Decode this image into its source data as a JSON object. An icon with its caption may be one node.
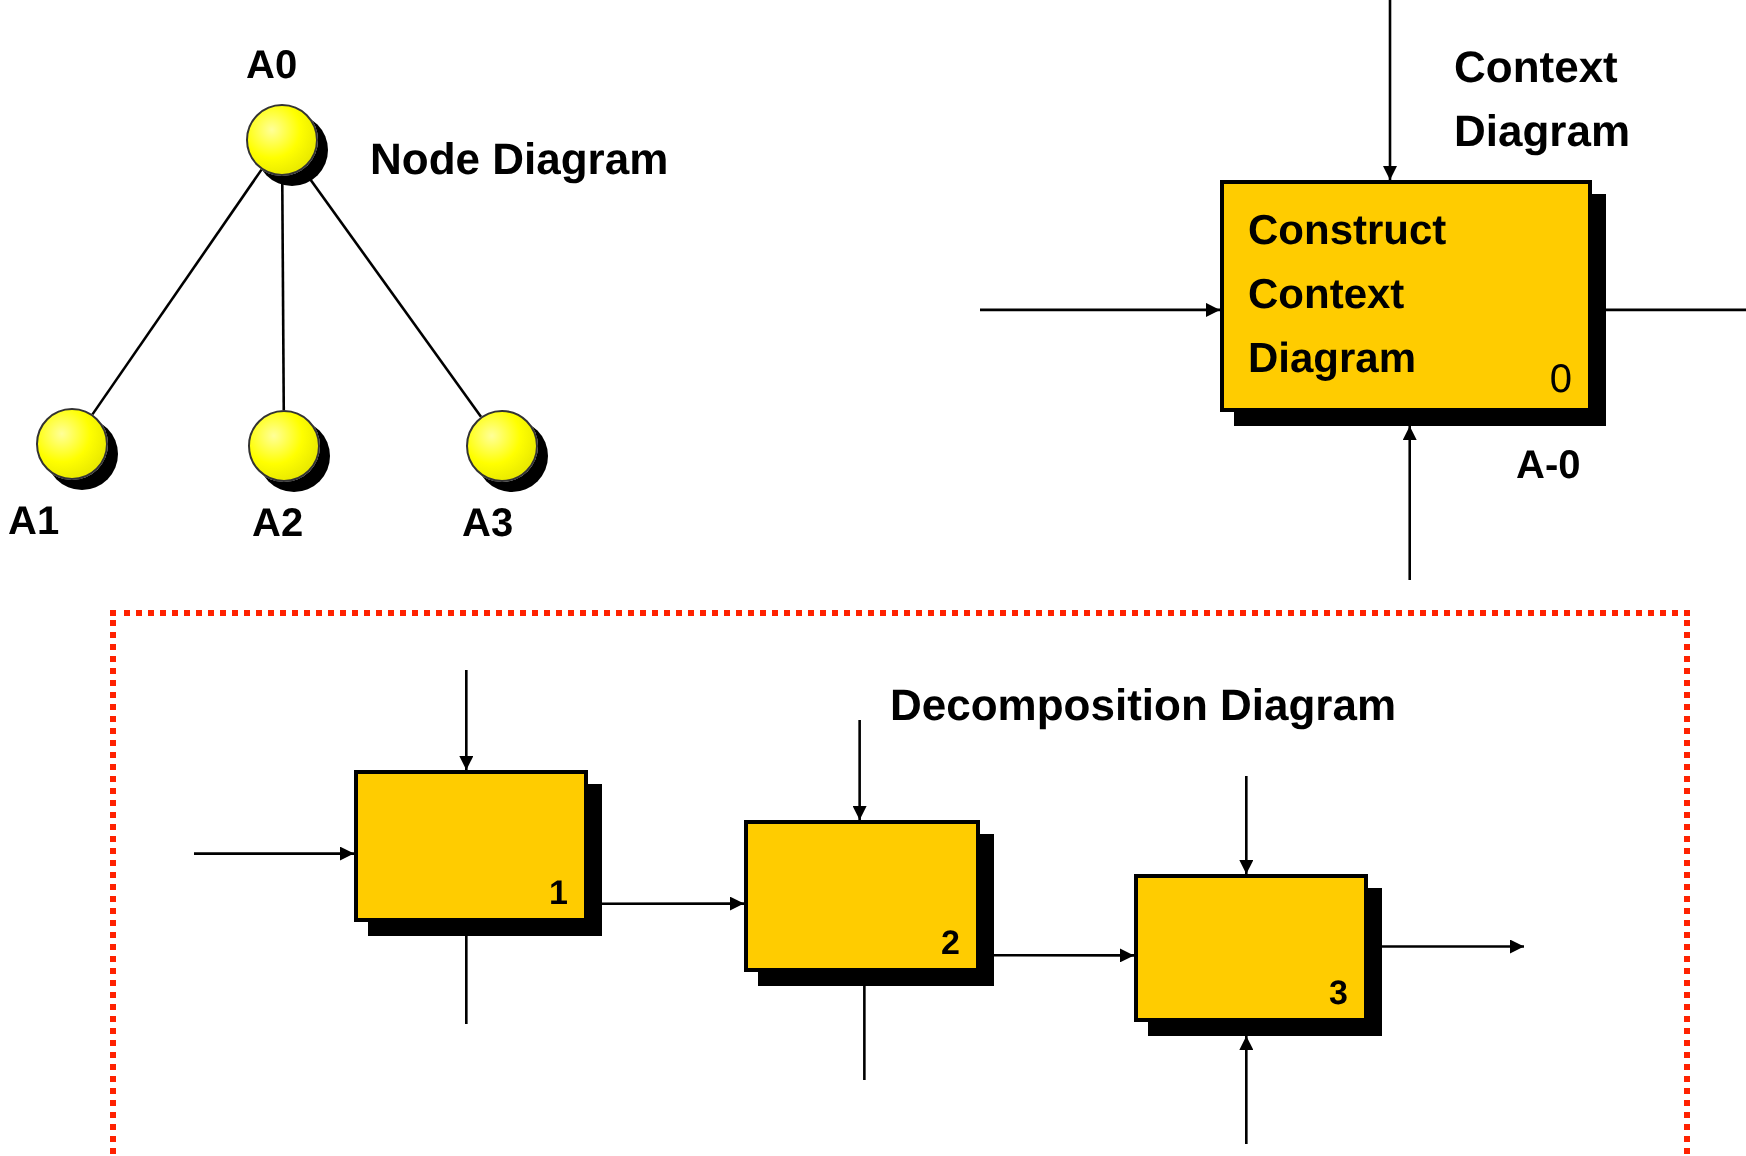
{
  "diagram": {
    "nodes": [
      {
        "text": [
          "A0"
        ]
      },
      {
        "text": [
          "A1"
        ]
      },
      {
        "text": [
          "A2"
        ]
      },
      {
        "text": [
          "A3"
        ]
      },
      {
        "text": [
          "Construct Context Diagram",
          "0"
        ],
        "beside": [
          "A-0"
        ]
      },
      {
        "text": [
          "Decomposition Diagram"
        ]
      },
      {
        "text": [
          "1"
        ],
        "in": 5
      },
      {
        "text": [
          "2"
        ],
        "in": 5
      },
      {
        "text": [
          "3"
        ],
        "in": 5
      }
    ],
    "edges": [
      {
        "from": 0,
        "to": 1,
        "arrow": "none"
      },
      {
        "from": 0,
        "to": 2,
        "arrow": "none"
      },
      {
        "from": 0,
        "to": 3,
        "arrow": "none"
      },
      {
        "from": null,
        "to": 4,
        "arrow": "to"
      },
      {
        "from": null,
        "to": 4,
        "arrow": "to"
      },
      {
        "from": 4,
        "to": null,
        "arrow": "none"
      },
      {
        "from": null,
        "to": 4,
        "arrow": "to"
      },
      {
        "from": null,
        "to": 6,
        "arrow": "to"
      },
      {
        "from": null,
        "to": 6,
        "arrow": "to"
      },
      {
        "from": 6,
        "to": null,
        "arrow": "none"
      },
      {
        "from": 6,
        "to": 7,
        "arrow": "to"
      },
      {
        "from": null,
        "to": 7,
        "arrow": "to"
      },
      {
        "from": 7,
        "to": null,
        "arrow": "none"
      },
      {
        "from": 7,
        "to": 8,
        "arrow": "to"
      },
      {
        "from": null,
        "to": 8,
        "arrow": "to"
      },
      {
        "from": 8,
        "to": null,
        "arrow": "to"
      },
      {
        "from": null,
        "to": 8,
        "arrow": "to"
      }
    ],
    "labels": [
      "Node Diagram",
      "Context Diagram"
    ]
  }
}
